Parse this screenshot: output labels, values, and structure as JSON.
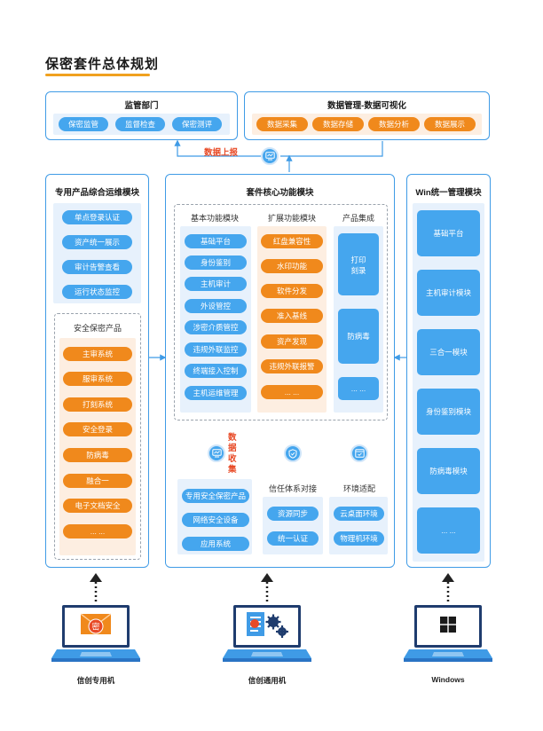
{
  "page_title": "保密套件总体规划",
  "top_left": {
    "title": "监管部门",
    "items": [
      "保密监管",
      "监督检查",
      "保密测评"
    ]
  },
  "top_right": {
    "title": "数据管理-数据可视化",
    "items": [
      "数据采集",
      "数据存储",
      "数据分析",
      "数据展示"
    ]
  },
  "data_report_label": "数据上报",
  "left_panel": {
    "title": "专用产品综合运维模块",
    "items": [
      "单点登录认证",
      "资产统一展示",
      "审计告警查看",
      "运行状态监控"
    ],
    "sub_title": "安全保密产品",
    "sub_items": [
      "主审系统",
      "服审系统",
      "打刻系统",
      "安全登录",
      "防病毒",
      "融合一",
      "电子文档安全",
      "... ..."
    ]
  },
  "center_panel": {
    "title": "套件核心功能模块",
    "col1": {
      "head": "基本功能模块",
      "items": [
        "基础平台",
        "身份鉴别",
        "主机审计",
        "外设管控",
        "涉密介质管控",
        "违规外联监控",
        "终端接入控制",
        "主机运维管理"
      ]
    },
    "col2": {
      "head": "扩展功能模块",
      "items": [
        "红盘兼容性",
        "水印功能",
        "软件分发",
        "准入基线",
        "资产发现",
        "违规外联报警",
        "... ..."
      ]
    },
    "col3": {
      "head": "产品集成",
      "items": [
        "打印\n刻录",
        "防病毒",
        "... ..."
      ]
    },
    "data_collect_label": "数\n据\n收\n集",
    "bottom1": {
      "items": [
        "专用安全保密产品",
        "网络安全设备",
        "应用系统"
      ]
    },
    "bottom2": {
      "head": "信任体系对接",
      "items": [
        "资源同步",
        "统一认证"
      ]
    },
    "bottom3": {
      "head": "环境适配",
      "items": [
        "云桌面环境",
        "物理机环境"
      ]
    }
  },
  "right_panel": {
    "title": "Win统一管理模块",
    "items": [
      "基础平台",
      "主机审计模块",
      "三合一模块",
      "身份鉴别模块",
      "防病毒模块",
      "... ..."
    ]
  },
  "computers": [
    {
      "label": "信创专用机",
      "icon": "envelope-seal-icon"
    },
    {
      "label": "信创通用机",
      "icon": "document-gears-icon"
    },
    {
      "label": "Windows",
      "icon": "windows-logo-icon"
    }
  ],
  "seal_char": "密",
  "colors": {
    "blue": "#45a6ee",
    "orange": "#f0891c",
    "border": "#3f9be6",
    "red": "#e84a26",
    "title_underline": "#f0a11f"
  }
}
